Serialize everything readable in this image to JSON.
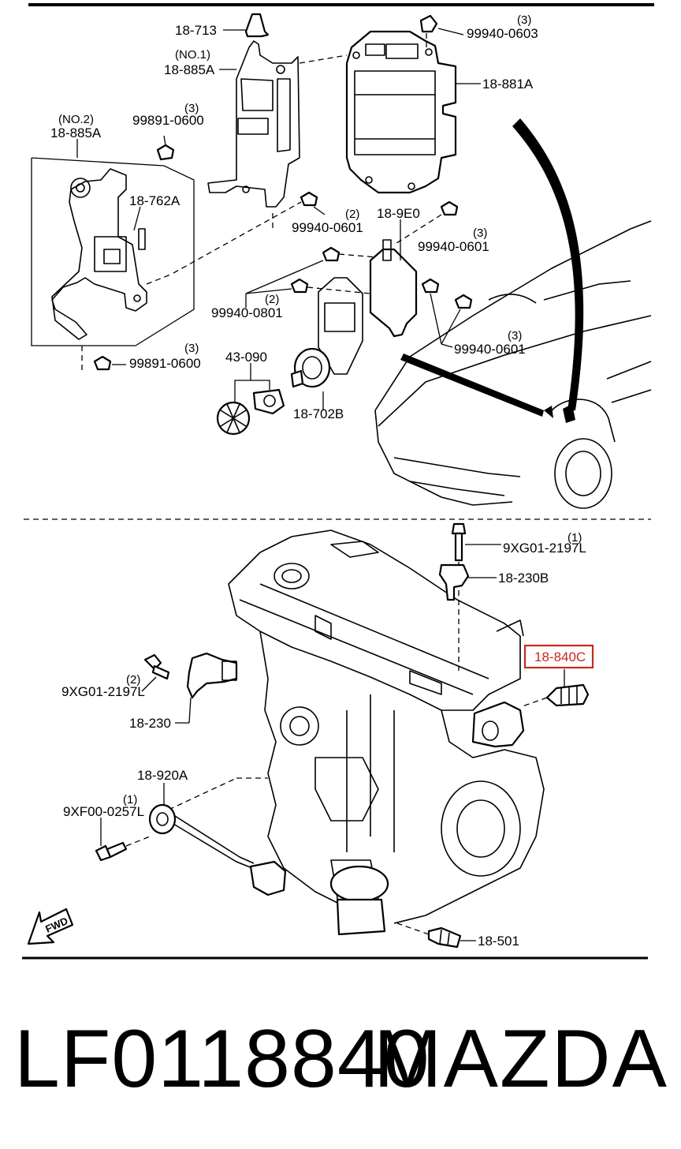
{
  "upper": {
    "labels": {
      "l_18_713": "18-713",
      "l_no1": "(NO.1)",
      "l_18_885a_1": "18-885A",
      "l_99940_0603": "99940-0603",
      "q_99940_0603": "(3)",
      "l_18_881a": "18-881A",
      "l_no2": "(NO.2)",
      "l_18_885a_2": "18-885A",
      "l_99891_0600_top": "99891-0600",
      "q_99891_0600_top": "(3)",
      "l_18_762a": "18-762A",
      "l_99940_0601_a": "99940-0601",
      "q_99940_0601_a": "(2)",
      "l_18_9e0": "18-9E0",
      "l_99940_0601_b": "99940-0601",
      "q_99940_0601_b": "(3)",
      "l_99940_0801": "99940-0801",
      "q_99940_0801": "(2)",
      "l_99940_0601_c": "99940-0601",
      "q_99940_0601_c": "(3)",
      "l_99891_0600_bot": "99891-0600",
      "q_99891_0600_bot": "(3)",
      "l_43_090": "43-090",
      "l_18_702b": "18-702B"
    }
  },
  "lower": {
    "labels": {
      "l_9xg01_2197l_top": "9XG01-2197L",
      "q_9xg01_2197l_top": "(1)",
      "l_18_230b": "18-230B",
      "l_18_840c": "18-840C",
      "l_9xg01_2197l_left": "9XG01-2197L",
      "q_9xg01_2197l_left": "(2)",
      "l_18_230": "18-230",
      "l_18_920a": "18-920A",
      "l_9xf00_0257l": "9XF00-0257L",
      "q_9xf00_0257l": "(1)",
      "l_18_501": "18-501",
      "fwd": "FWD"
    },
    "highlight_color": "#c8281f"
  },
  "footer": {
    "part_number": "LF0118840",
    "brand": "MAZDA"
  }
}
